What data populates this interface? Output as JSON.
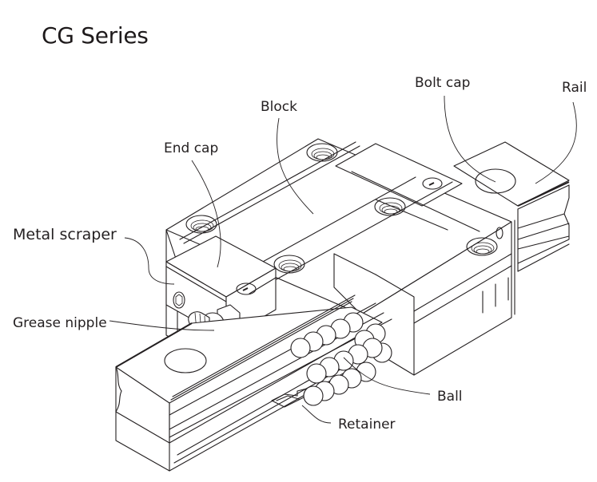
{
  "title": "CG Series",
  "diagram": {
    "subject": "Linear guide assembly",
    "callouts": [
      {
        "id": "bolt-cap",
        "label": "Bolt cap"
      },
      {
        "id": "rail",
        "label": "Rail"
      },
      {
        "id": "block",
        "label": "Block"
      },
      {
        "id": "end-cap",
        "label": "End cap"
      },
      {
        "id": "metal-scraper",
        "label": "Metal scraper"
      },
      {
        "id": "grease-nipple",
        "label": "Grease nipple"
      },
      {
        "id": "ball",
        "label": "Ball"
      },
      {
        "id": "retainer",
        "label": "Retainer"
      }
    ]
  },
  "colors": {
    "ink": "#231f20",
    "background": "#ffffff"
  }
}
